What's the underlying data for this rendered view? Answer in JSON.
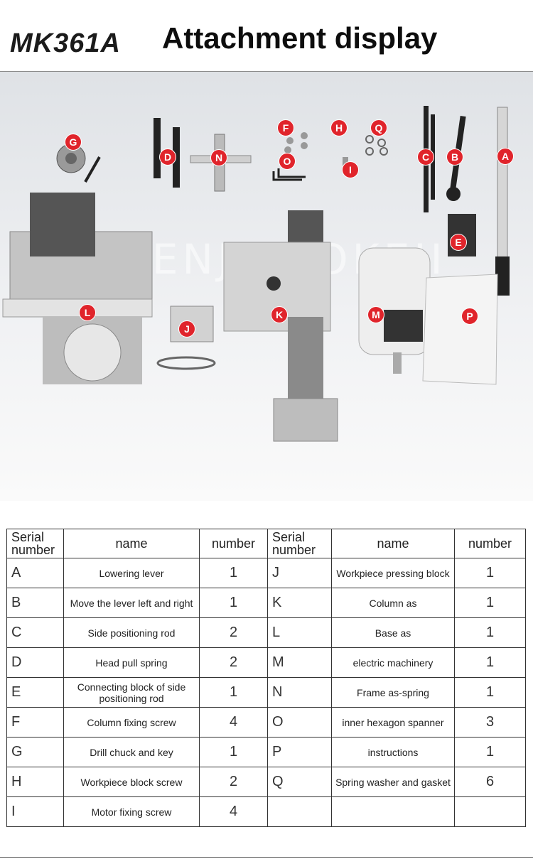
{
  "header": {
    "model": "MK361A",
    "title": "Attachment display"
  },
  "photo": {
    "watermark": "SHENJIAAOKEJI",
    "labels": [
      "G",
      "D",
      "N",
      "F",
      "O",
      "H",
      "Q",
      "I",
      "C",
      "B",
      "A",
      "E",
      "L",
      "J",
      "K",
      "M",
      "P"
    ]
  },
  "table": {
    "headers": [
      "Serial number",
      "name",
      "number",
      "Serial number",
      "name",
      "number"
    ],
    "rows": [
      [
        {
          "serial": "A",
          "name": "Lowering lever",
          "number": "1"
        },
        {
          "serial": "J",
          "name": "Workpiece pressing block",
          "number": "1"
        }
      ],
      [
        {
          "serial": "B",
          "name": "Move the lever left and right",
          "number": "1"
        },
        {
          "serial": "K",
          "name": "Column as",
          "number": "1"
        }
      ],
      [
        {
          "serial": "C",
          "name": "Side positioning rod",
          "number": "2"
        },
        {
          "serial": "L",
          "name": "Base as",
          "number": "1"
        }
      ],
      [
        {
          "serial": "D",
          "name": "Head pull spring",
          "number": "2"
        },
        {
          "serial": "M",
          "name": "electric machinery",
          "number": "1"
        }
      ],
      [
        {
          "serial": "E",
          "name": "Connecting block of side positioning rod",
          "number": "1"
        },
        {
          "serial": "N",
          "name": "Frame as-spring",
          "number": "1"
        }
      ],
      [
        {
          "serial": "F",
          "name": "Column fixing screw",
          "number": "4"
        },
        {
          "serial": "O",
          "name": "inner hexagon spanner",
          "number": "3"
        }
      ],
      [
        {
          "serial": "G",
          "name": "Drill chuck and key",
          "number": "1"
        },
        {
          "serial": "P",
          "name": "instructions",
          "number": "1"
        }
      ],
      [
        {
          "serial": "H",
          "name": "Workpiece block screw",
          "number": "2"
        },
        {
          "serial": "Q",
          "name": "Spring washer and gasket",
          "number": "6"
        }
      ],
      [
        {
          "serial": "I",
          "name": "Motor fixing screw",
          "number": "4"
        },
        {
          "serial": "",
          "name": "",
          "number": ""
        }
      ]
    ]
  },
  "colors": {
    "badge": "#e0242b",
    "photo_bg": "#e6e8eb"
  }
}
